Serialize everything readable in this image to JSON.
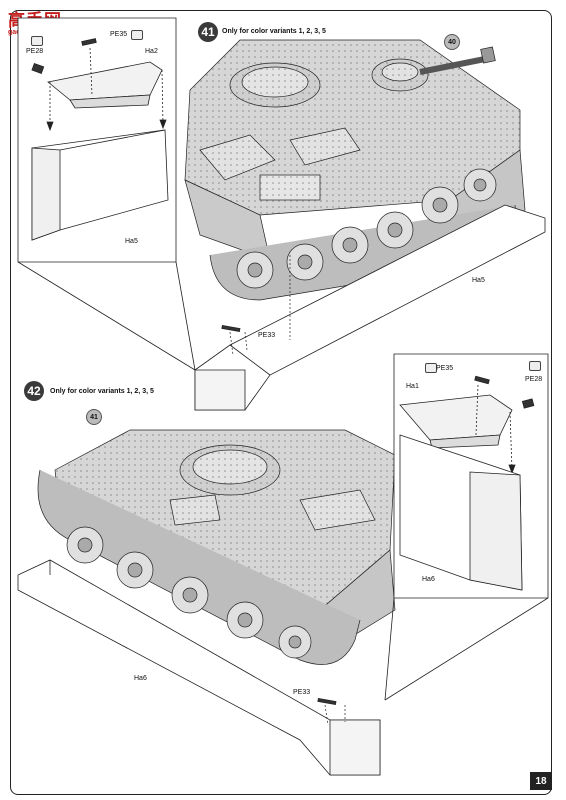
{
  "watermark": {
    "logo_text": "高手网",
    "url_text": "gao-shou.com"
  },
  "step_41": {
    "number": "41",
    "title": "Only for color variants 1, 2, 3, 5"
  },
  "step_42": {
    "number": "42",
    "title": "Only for color variants 1, 2, 3, 5"
  },
  "callouts": {
    "ref_40": "40",
    "ref_41": "41"
  },
  "part_labels": {
    "pe35_top": "PE35",
    "pe28_top": "PE28",
    "ha2": "Ha2",
    "ha5_inset": "Ha5",
    "ha5_main": "Ha5",
    "pe33_top": "PE33",
    "pe35_bottom": "PE35",
    "pe28_bottom": "PE28",
    "ha1": "Ha1",
    "ha6_inset": "Ha6",
    "ha6_main": "Ha6",
    "pe33_bottom": "PE33"
  },
  "page_number": "18",
  "colors": {
    "line": "#222222",
    "tank_fill": "#d9d9d9",
    "page_number_bg": "#222222",
    "watermark": "#c41d1d"
  }
}
